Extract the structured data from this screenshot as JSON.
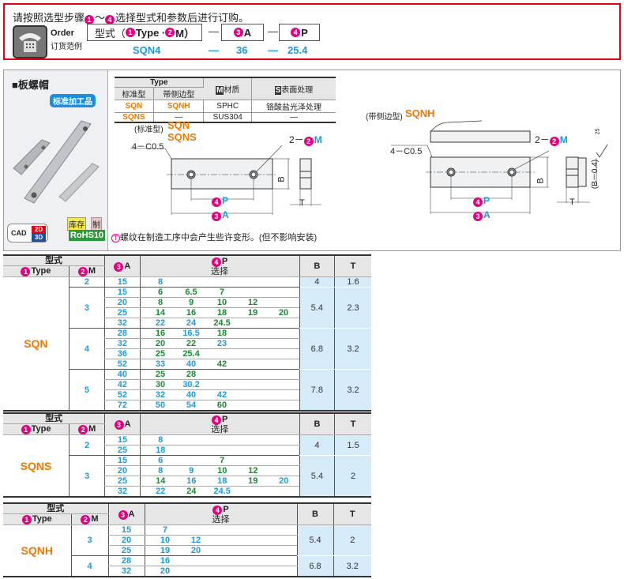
{
  "order": {
    "intro_pre": "请按照选型步骤",
    "intro_n1": "1",
    "intro_tilde": "～",
    "intro_n4": "4",
    "intro_post": "选择型式和参数后进行订购。",
    "order_label": "Order",
    "order_label_cn": "订货范例",
    "box_type_pre": "型式（",
    "box_type_n1": "1",
    "box_type_type": "Type · ",
    "box_type_n2": "2",
    "box_type_m": "M）",
    "box_a_n": "3",
    "box_a": "A",
    "box_p_n": "4",
    "box_p": "P",
    "dash": "—",
    "example_type": "SQN4",
    "example_a": "36",
    "example_p": "25.4"
  },
  "product": {
    "title": "■板螺帽",
    "badge": "标准加工品",
    "cad": "CAD",
    "cad_2d": "2D",
    "cad_3d": "3D",
    "stock": "库存",
    "made": "制",
    "rohs": "RoHS10"
  },
  "spec": {
    "type_header": "Type",
    "std": "标准型",
    "side": "带侧边型",
    "material_icon": "M",
    "material": "材质",
    "surface_icon": "S",
    "surface": "表面处理",
    "rows": [
      {
        "std": "SQN",
        "side": "SQNH",
        "material": "SPHC",
        "surface": "铬酸盐光泽处理"
      },
      {
        "std": "SQNS",
        "side": "—",
        "material": "SUS304",
        "surface": "—"
      }
    ]
  },
  "diagram": {
    "std_label": "(标准型)",
    "std_t1": "SQN",
    "std_t2": "SQNS",
    "side_label": "(带侧边型)",
    "side_t": "SQNH",
    "chamfer": "4－C0.5",
    "holes": "2－",
    "m": "M",
    "p": "P",
    "a": "A",
    "b": "B",
    "t": "T",
    "b04": "(B－0.4)",
    "roughness": "25",
    "note": "螺纹在制造工序中会产生些许变形。(但不影响安装)"
  },
  "table_headers": {
    "model": "型式",
    "type": "Type",
    "m": "M",
    "a": "A",
    "p": "P",
    "select": "选择",
    "b": "B",
    "t": "T"
  },
  "colors": {
    "blue": "#1a9be0",
    "green": "#1a8a2e",
    "orange": "#f07800",
    "magenta": "#e4007f"
  },
  "tables": [
    {
      "type": "SQN",
      "groups": [
        {
          "m": "2",
          "b": "4",
          "t": "1.6",
          "rows": [
            {
              "a": "15",
              "p": [
                [
                  "8",
                  "b"
                ]
              ]
            }
          ]
        },
        {
          "m": "3",
          "b": "5.4",
          "t": "2.3",
          "rows": [
            {
              "a": "15",
              "p": [
                [
                  "6",
                  "g"
                ],
                [
                  "6.5",
                  "g"
                ],
                [
                  "7",
                  "g"
                ]
              ]
            },
            {
              "a": "20",
              "p": [
                [
                  "8",
                  "g"
                ],
                [
                  "9",
                  "g"
                ],
                [
                  "10",
                  "g"
                ],
                [
                  "12",
                  "g"
                ]
              ]
            },
            {
              "a": "25",
              "p": [
                [
                  "14",
                  "g"
                ],
                [
                  "16",
                  "g"
                ],
                [
                  "18",
                  "g"
                ],
                [
                  "19",
                  "g"
                ],
                [
                  "20",
                  "g"
                ]
              ]
            },
            {
              "a": "32",
              "p": [
                [
                  "22",
                  "b"
                ],
                [
                  "24",
                  "b"
                ],
                [
                  "24.5",
                  "g"
                ]
              ]
            }
          ]
        },
        {
          "m": "4",
          "b": "6.8",
          "t": "3.2",
          "rows": [
            {
              "a": "28",
              "p": [
                [
                  "16",
                  "g"
                ],
                [
                  "16.5",
                  "b"
                ],
                [
                  "18",
                  "g"
                ]
              ]
            },
            {
              "a": "32",
              "p": [
                [
                  "20",
                  "g"
                ],
                [
                  "22",
                  "g"
                ],
                [
                  "23",
                  "b"
                ]
              ]
            },
            {
              "a": "36",
              "p": [
                [
                  "25",
                  "g"
                ],
                [
                  "25.4",
                  "g"
                ]
              ]
            },
            {
              "a": "52",
              "p": [
                [
                  "33",
                  "b"
                ],
                [
                  "40",
                  "b"
                ],
                [
                  "42",
                  "g"
                ]
              ]
            }
          ]
        },
        {
          "m": "5",
          "b": "7.8",
          "t": "3.2",
          "rows": [
            {
              "a": "40",
              "p": [
                [
                  "25",
                  "g"
                ],
                [
                  "28",
                  "g"
                ]
              ]
            },
            {
              "a": "42",
              "p": [
                [
                  "30",
                  "g"
                ],
                [
                  "30.2",
                  "b"
                ]
              ]
            },
            {
              "a": "52",
              "p": [
                [
                  "32",
                  "b"
                ],
                [
                  "40",
                  "b"
                ],
                [
                  "42",
                  "b"
                ]
              ]
            },
            {
              "a": "72",
              "p": [
                [
                  "50",
                  "b"
                ],
                [
                  "54",
                  "b"
                ],
                [
                  "60",
                  "g"
                ]
              ]
            }
          ]
        }
      ]
    },
    {
      "type": "SQNS",
      "groups": [
        {
          "m": "2",
          "b": "4",
          "t": "1.5",
          "rows": [
            {
              "a": "15",
              "p": [
                [
                  "8",
                  "b"
                ]
              ]
            },
            {
              "a": "25",
              "p": [
                [
                  "18",
                  "b"
                ]
              ]
            }
          ]
        },
        {
          "m": "3",
          "b": "5.4",
          "t": "2",
          "rows": [
            {
              "a": "15",
              "p": [
                [
                  "6",
                  "b"
                ],
                null,
                [
                  "7",
                  "g"
                ]
              ]
            },
            {
              "a": "20",
              "p": [
                [
                  "8",
                  "b"
                ],
                [
                  "9",
                  "b"
                ],
                [
                  "10",
                  "g"
                ],
                [
                  "12",
                  "g"
                ]
              ]
            },
            {
              "a": "25",
              "p": [
                [
                  "14",
                  "g"
                ],
                [
                  "16",
                  "b"
                ],
                [
                  "18",
                  "b"
                ],
                [
                  "19",
                  "g"
                ],
                [
                  "20",
                  "b"
                ]
              ]
            },
            {
              "a": "32",
              "p": [
                [
                  "22",
                  "b"
                ],
                [
                  "24",
                  "g"
                ],
                [
                  "24.5",
                  "b"
                ]
              ]
            }
          ]
        }
      ]
    },
    {
      "type": "SQNH",
      "groups": [
        {
          "m": "3",
          "b": "5.4",
          "t": "2",
          "rows": [
            {
              "a": "15",
              "p": [
                [
                  "7",
                  "b"
                ]
              ]
            },
            {
              "a": "20",
              "p": [
                [
                  "10",
                  "b"
                ],
                [
                  "12",
                  "b"
                ]
              ]
            },
            {
              "a": "25",
              "p": [
                [
                  "19",
                  "b"
                ],
                [
                  "20",
                  "b"
                ]
              ]
            }
          ]
        },
        {
          "m": "4",
          "b": "6.8",
          "t": "3.2",
          "rows": [
            {
              "a": "28",
              "p": [
                [
                  "16",
                  "b"
                ]
              ]
            },
            {
              "a": "32",
              "p": [
                [
                  "20",
                  "b"
                ]
              ]
            }
          ]
        }
      ]
    }
  ]
}
